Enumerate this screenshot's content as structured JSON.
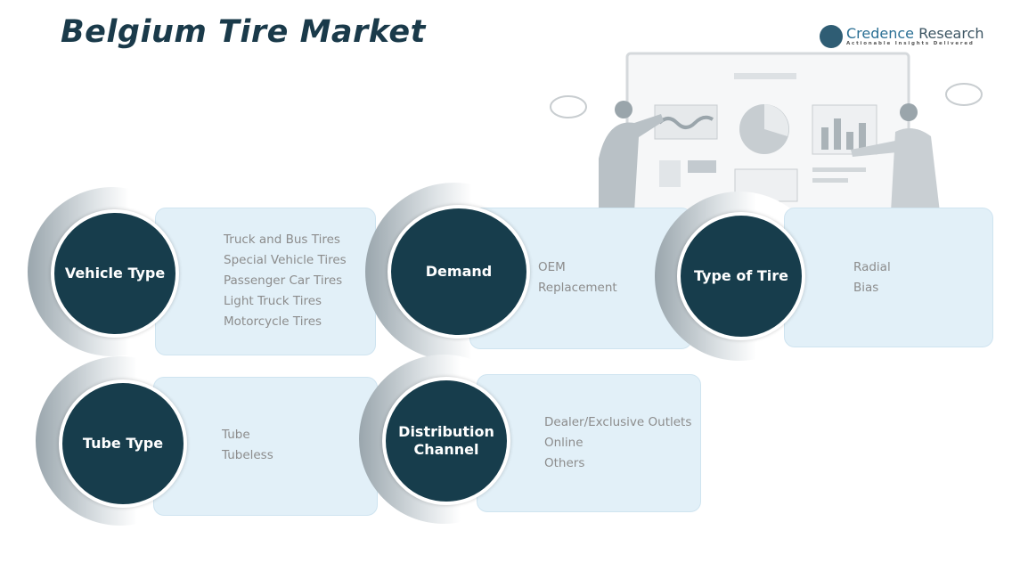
{
  "title": "Belgium Tire Market",
  "logo": {
    "name_part1": "Credence",
    "name_part2": "Research",
    "tagline": "Actionable Insights Delivered"
  },
  "segments": [
    {
      "label": "Vehicle Type",
      "items": [
        "Truck and Bus Tires",
        "Special Vehicle Tires",
        "Passenger Car Tires",
        "Light Truck Tires",
        "Motorcycle Tires"
      ]
    },
    {
      "label": "Demand",
      "items": [
        "OEM",
        "Replacement"
      ]
    },
    {
      "label": "Type of Tire",
      "items": [
        "Radial",
        "Bias"
      ]
    },
    {
      "label": "Tube Type",
      "items": [
        "Tube",
        "Tubeless"
      ]
    },
    {
      "label": "Distribution Channel",
      "items": [
        "Dealer/Exclusive Outlets",
        "Online",
        "Others"
      ]
    }
  ],
  "colors": {
    "circle": "#173d4c",
    "box": "#e2f0f8",
    "title": "#1a3a4a"
  }
}
